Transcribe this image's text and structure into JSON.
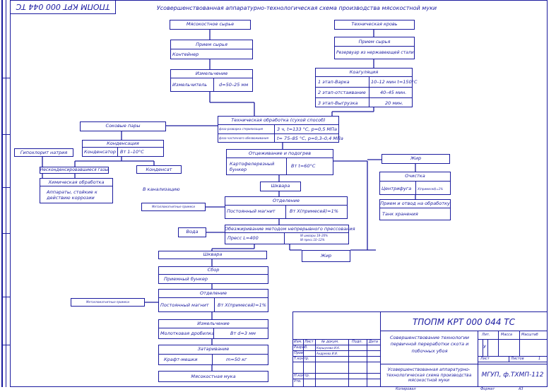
{
  "title": "Усовершенствованная аппаратурно-технологическая схема производства мясокостной муки",
  "side_stamp": "ТПОПМ КРТ 000 044 ТС",
  "left_branch": {
    "raw": "Мясокостное сырье",
    "receive_title": "Прием сырья",
    "receive_eq": "Контейнер",
    "grind_title": "Измельчение",
    "grind_eq": "Измельчитель",
    "grind_param": "d=50–25 мм"
  },
  "right_branch": {
    "raw": "Техническая кровь",
    "receive_title": "Прием сырья",
    "receive_eq": "Резервуар из нержавеющей стали",
    "coag_title": "Коагуляция",
    "coag_rows": [
      {
        "stage": "1 этап-Варка",
        "value": "10–12 мин t=150°C"
      },
      {
        "stage": "2 этап-отстаивание",
        "value": "40–45 мин."
      },
      {
        "stage": "3 этап-Выгрузка",
        "value": "20 мин."
      }
    ]
  },
  "thermal": {
    "title": "Техническая обработка (сухой способ)",
    "row1_label": "фаза-разварка стерилизация",
    "row1_value": "3 ч, t=133 °C, р=0,5 МПа",
    "row2_label": "фаза-частичного обезвоживания",
    "row2_value": "t= 75–85 °C, р=0,3–0,4 МПа"
  },
  "steam": {
    "juice": "Соковые пары",
    "cond_title": "Конденсация",
    "cond_eq": "Конденсатор",
    "cond_param": "Вт 1–10°C",
    "hypo": "Гипохлорит натрия",
    "noncond": "Несконденсировавшиеся газы",
    "condensate": "Конденсат",
    "sewer": "В канализацию",
    "chem_title": "Химическая обработка",
    "chem_eq": "Аппараты, стойкие к действию коррозии"
  },
  "center": {
    "press_title": "Отцеживание и подогрев",
    "press_eq": "Картофелерезный бункер",
    "press_param": "Вт t=60°C",
    "shkvara1": "Шквара",
    "sep1_title": "Отделение",
    "sep1_eq": "Постоянный магнит",
    "sep1_param": "Вт X(примесей)=1%",
    "impurity1": "Металломагнитные примеси",
    "degrease_title": "Обезжиривание методом непрерывного прессования",
    "degrease_eq": "Пресс L=400",
    "degrease_param1": "W шквары 18–20%",
    "degrease_param2": "W пресс.10–12%",
    "water": "Вода",
    "fat_bottom": "Жир",
    "shkvara2": "Шквара",
    "collect_title": "Сбор",
    "collect_eq": "Приемный бункер",
    "sep2_title": "Отделение",
    "sep2_eq": "Постоянный магнит",
    "sep2_param": "Вт X(примесей)=1%",
    "impurity2": "Металломагнитные примеси",
    "grind2_title": "Измельчение",
    "grind2_eq": "Молотковая дробилка",
    "grind2_param": "Вт d=3 мм",
    "pack_title": "Затаривание",
    "pack_eq": "Крафт-мешки",
    "pack_param": "m=50 кг",
    "final": "Мясокостная мука"
  },
  "fat": {
    "fat": "Жир",
    "clean_title": "Очистка",
    "clean_eq": "Центрифуга",
    "clean_param": "Х(примесей)=1%",
    "store_title": "Прием и отвод на обработку",
    "store_eq": "Танк хранения"
  },
  "title_block": {
    "code": "ТПОПМ КРТ 000 044 ТС",
    "description": "Совершенствование технологии первичной переработки скота и побочных убоя",
    "doc_name": "Усовершенствованная аппаратурно-технологическая схема производства мясокостной муки",
    "headers": [
      "Изм.",
      "Лист",
      "№ докум.",
      "Подп.",
      "Дата"
    ],
    "roles": [
      "Разраб.",
      "Пров.",
      "Т.контр.",
      "",
      "Н.контр.",
      "Утв."
    ],
    "names": [
      "Коршунова И.К.",
      "Андреева И.И."
    ],
    "lit_label": "Лит.",
    "lit_value": "У",
    "mass_label": "Масса",
    "scale_label": "Масштаб",
    "sheet_label": "Лист",
    "sheets_label": "Листов",
    "sheets_value": "1",
    "org": "МГУП, ф.ТХМП-112",
    "copied": "Копировал",
    "format": "Формат",
    "format_value": "A3"
  }
}
